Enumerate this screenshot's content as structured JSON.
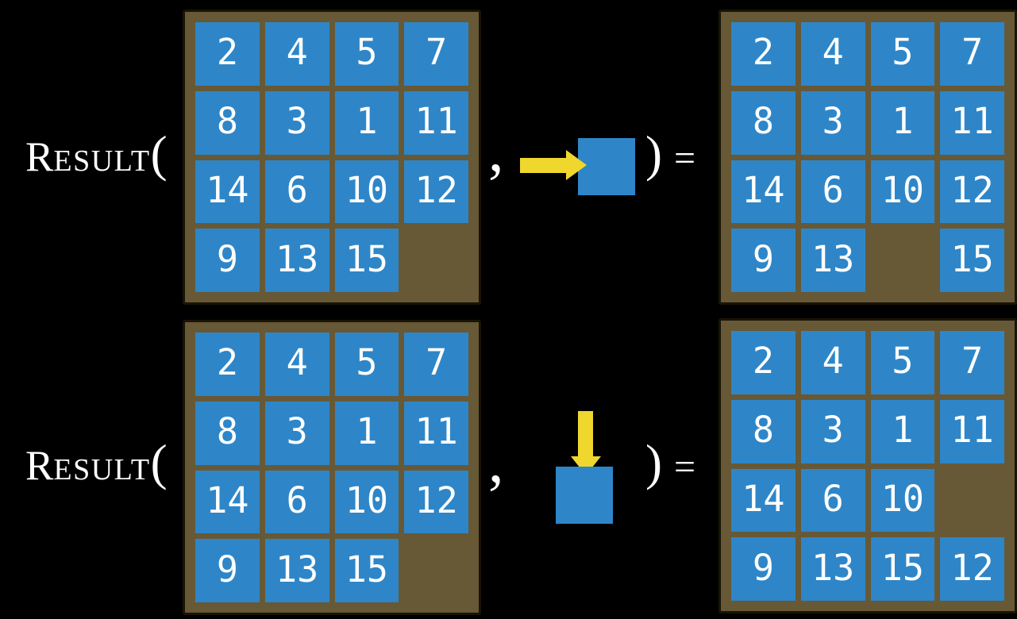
{
  "figure": {
    "description": "Two example applications of the RESULT(state, action) transition function on a 15-puzzle board",
    "function_name": {
      "text": "RESULT",
      "initial": "R",
      "rest": "ESULT"
    },
    "symbols": {
      "open_paren": "(",
      "comma": ",",
      "close_paren": ")",
      "equals": "="
    }
  },
  "colors": {
    "background": "#000000",
    "tile_blue": "#2E86C8",
    "board_brown": "#675936",
    "board_border_dark": "#191407",
    "arrow_yellow": "#EFD72E",
    "text_white": "#FFFFFF"
  },
  "rows": [
    {
      "action": {
        "icon": "arrow-right-icon",
        "direction": "right"
      },
      "input_board": {
        "grid": [
          [
            2,
            4,
            5,
            7
          ],
          [
            8,
            3,
            1,
            11
          ],
          [
            14,
            6,
            10,
            12
          ],
          [
            9,
            13,
            15,
            null
          ]
        ]
      },
      "output_board": {
        "grid": [
          [
            2,
            4,
            5,
            7
          ],
          [
            8,
            3,
            1,
            11
          ],
          [
            14,
            6,
            10,
            12
          ],
          [
            9,
            13,
            null,
            15
          ]
        ]
      }
    },
    {
      "action": {
        "icon": "arrow-down-icon",
        "direction": "down"
      },
      "input_board": {
        "grid": [
          [
            2,
            4,
            5,
            7
          ],
          [
            8,
            3,
            1,
            11
          ],
          [
            14,
            6,
            10,
            12
          ],
          [
            9,
            13,
            15,
            null
          ]
        ]
      },
      "output_board": {
        "grid": [
          [
            2,
            4,
            5,
            7
          ],
          [
            8,
            3,
            1,
            11
          ],
          [
            14,
            6,
            10,
            null
          ],
          [
            9,
            13,
            15,
            12
          ]
        ]
      }
    }
  ]
}
